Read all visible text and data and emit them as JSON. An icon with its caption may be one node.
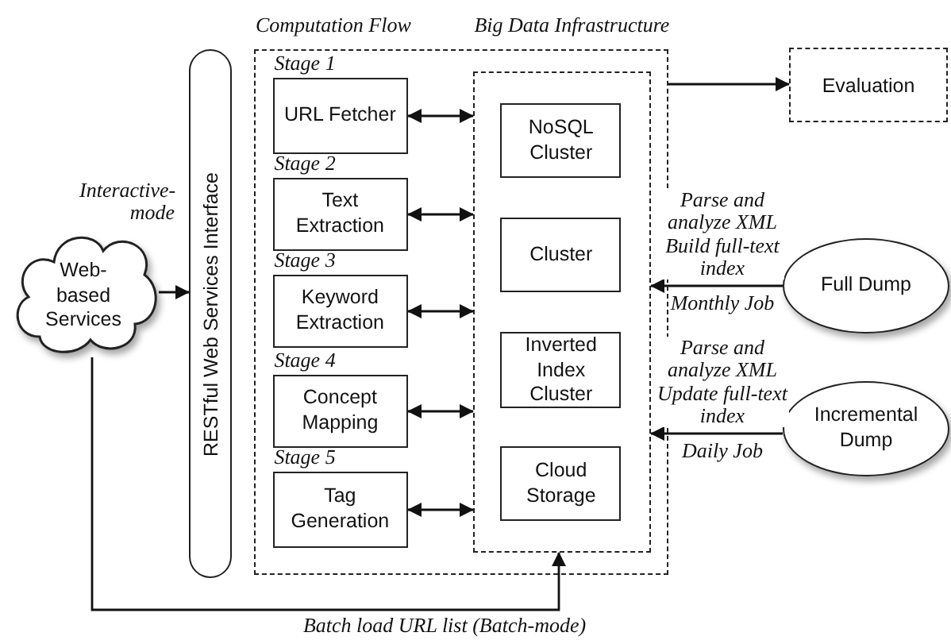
{
  "diagram": {
    "nodes": [
      {
        "text": [
          "Web-based Services"
        ],
        "beside": [
          "Interactive-mode"
        ]
      },
      {
        "text": [
          "RESTful Web Services Interface"
        ]
      },
      {
        "text": [
          "Computation Flow"
        ]
      },
      {
        "text": [
          "Stage 1",
          "URL Fetcher"
        ],
        "in": 2
      },
      {
        "text": [
          "Stage 2",
          "Text Extraction"
        ],
        "in": 2
      },
      {
        "text": [
          "Stage 3",
          "Keyword Extraction"
        ],
        "in": 2
      },
      {
        "text": [
          "Stage 4",
          "Concept Mapping"
        ],
        "in": 2
      },
      {
        "text": [
          "Stage 5",
          "Tag Generation"
        ],
        "in": 2
      },
      {
        "text": [
          "Big Data Infrastructure"
        ],
        "in": 2
      },
      {
        "text": [
          "NoSQL Cluster"
        ],
        "in": 8
      },
      {
        "text": [
          "Cluster"
        ],
        "in": 8
      },
      {
        "text": [
          "Inverted Index Cluster"
        ],
        "in": 8
      },
      {
        "text": [
          "Cloud Storage"
        ],
        "in": 8
      },
      {
        "text": [
          "Evaluation"
        ]
      },
      {
        "text": [
          "Full Dump"
        ]
      },
      {
        "text": [
          "Incremental Dump"
        ]
      }
    ],
    "edges": [
      {
        "from": 0,
        "to": 1,
        "arrow": "to"
      },
      {
        "from": 3,
        "to": 8,
        "arrow": "both"
      },
      {
        "from": 4,
        "to": 8,
        "arrow": "both"
      },
      {
        "from": 5,
        "to": 8,
        "arrow": "both"
      },
      {
        "from": 6,
        "to": 8,
        "arrow": "both"
      },
      {
        "from": 7,
        "to": 8,
        "arrow": "both"
      },
      {
        "from": 2,
        "to": 13,
        "arrow": "to"
      },
      {
        "from": 14,
        "to": 8,
        "arrow": "to",
        "label": "Parse and analyze XML Build full-text index"
      },
      {
        "from": 15,
        "to": 8,
        "arrow": "to",
        "label": "Parse and analyze XML Update full-text index"
      },
      {
        "from": 0,
        "to": 8,
        "arrow": "to",
        "label": "Batch load URL list (Batch-mode)"
      }
    ],
    "labels": [
      "Monthly Job",
      "Daily Job"
    ]
  }
}
